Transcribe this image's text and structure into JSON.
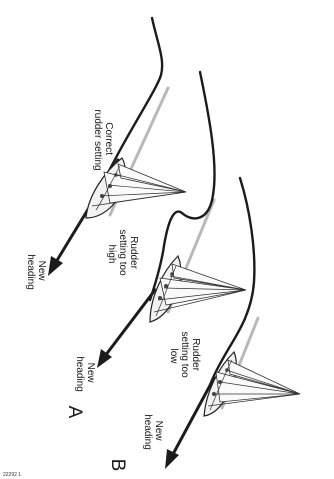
{
  "labels": {
    "correct_line1": "Correct",
    "correct_line2": "rudder setting",
    "new_heading_1_line1": "New",
    "new_heading_1_line2": "heading",
    "too_high_line1": "Rudder",
    "too_high_line2": "setting too",
    "too_high_line3": "high",
    "new_heading_2_line1": "New",
    "new_heading_2_line2": "heading",
    "too_low_line1": "Rudder",
    "too_low_line2": "setting too",
    "too_low_line3": "low",
    "new_heading_3_line1": "New",
    "new_heading_3_line2": "heading",
    "marker_a": "A",
    "marker_b": "B",
    "figure_code": "22292 1"
  },
  "colors": {
    "line": "#1c1c1c",
    "guide": "#b9b9b9",
    "background": "#ffffff"
  },
  "icons": [
    "sailboat-illustration",
    "heading-arrow"
  ]
}
